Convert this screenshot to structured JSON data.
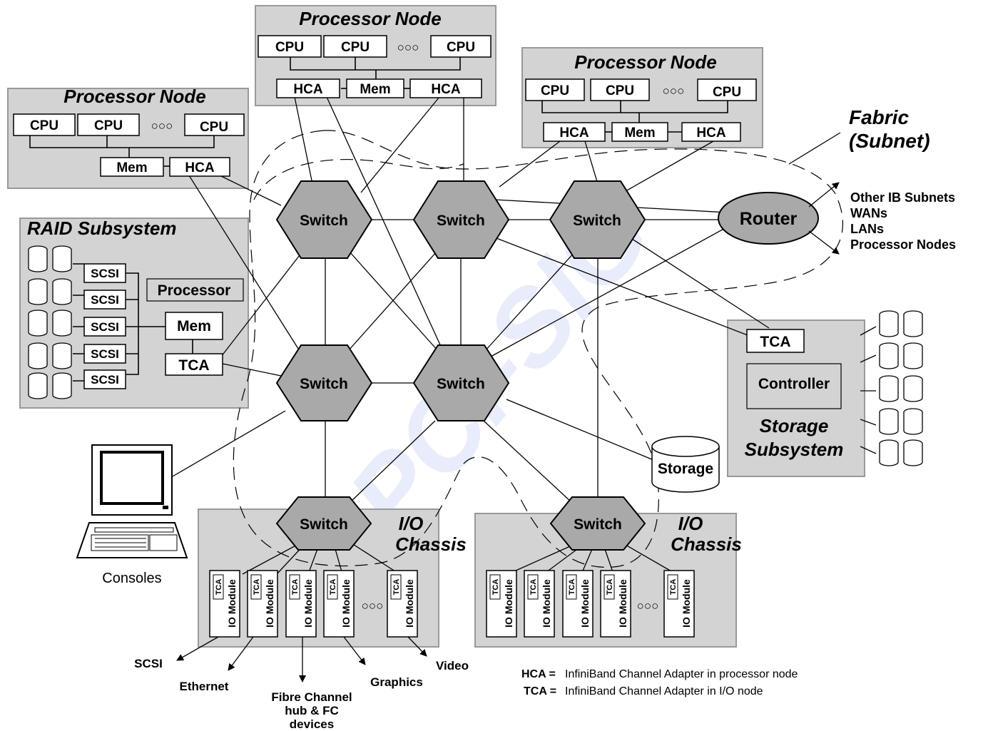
{
  "processor_nodes": {
    "title": "Processor Node",
    "cpu": "CPU",
    "mem": "Mem",
    "hca": "HCA",
    "ellipsis": "○○○"
  },
  "fabric": {
    "line1": "Fabric",
    "line2": "(Subnet)"
  },
  "switch_label": "Switch",
  "router": {
    "label": "Router",
    "destinations": [
      "Other IB Subnets",
      "WANs",
      "LANs",
      "Processor Nodes"
    ]
  },
  "raid": {
    "title": "RAID Subsystem",
    "scsi": "SCSI",
    "processor": "Processor",
    "mem": "Mem",
    "tca": "TCA"
  },
  "storage_subsystem": {
    "tca": "TCA",
    "controller": "Controller",
    "title_line1": "Storage",
    "title_line2": "Subsystem"
  },
  "storage": "Storage",
  "consoles": "Consoles",
  "io_chassis": {
    "title_line1": "I/O",
    "title_line2": "Chassis",
    "module_tca": "TCA",
    "module_label": "IO Module",
    "ellipsis": "○○○"
  },
  "io_outputs": [
    "SCSI",
    "Ethernet",
    "Fibre Channel",
    "hub & FC",
    "devices",
    "Graphics",
    "Video"
  ],
  "legend": [
    {
      "key": "HCA =",
      "text": "InfiniBand Channel Adapter in processor node"
    },
    {
      "key": "TCA =",
      "text": "InfiniBand Channel Adapter in I/O node"
    }
  ],
  "watermark": "PCI-SIG"
}
